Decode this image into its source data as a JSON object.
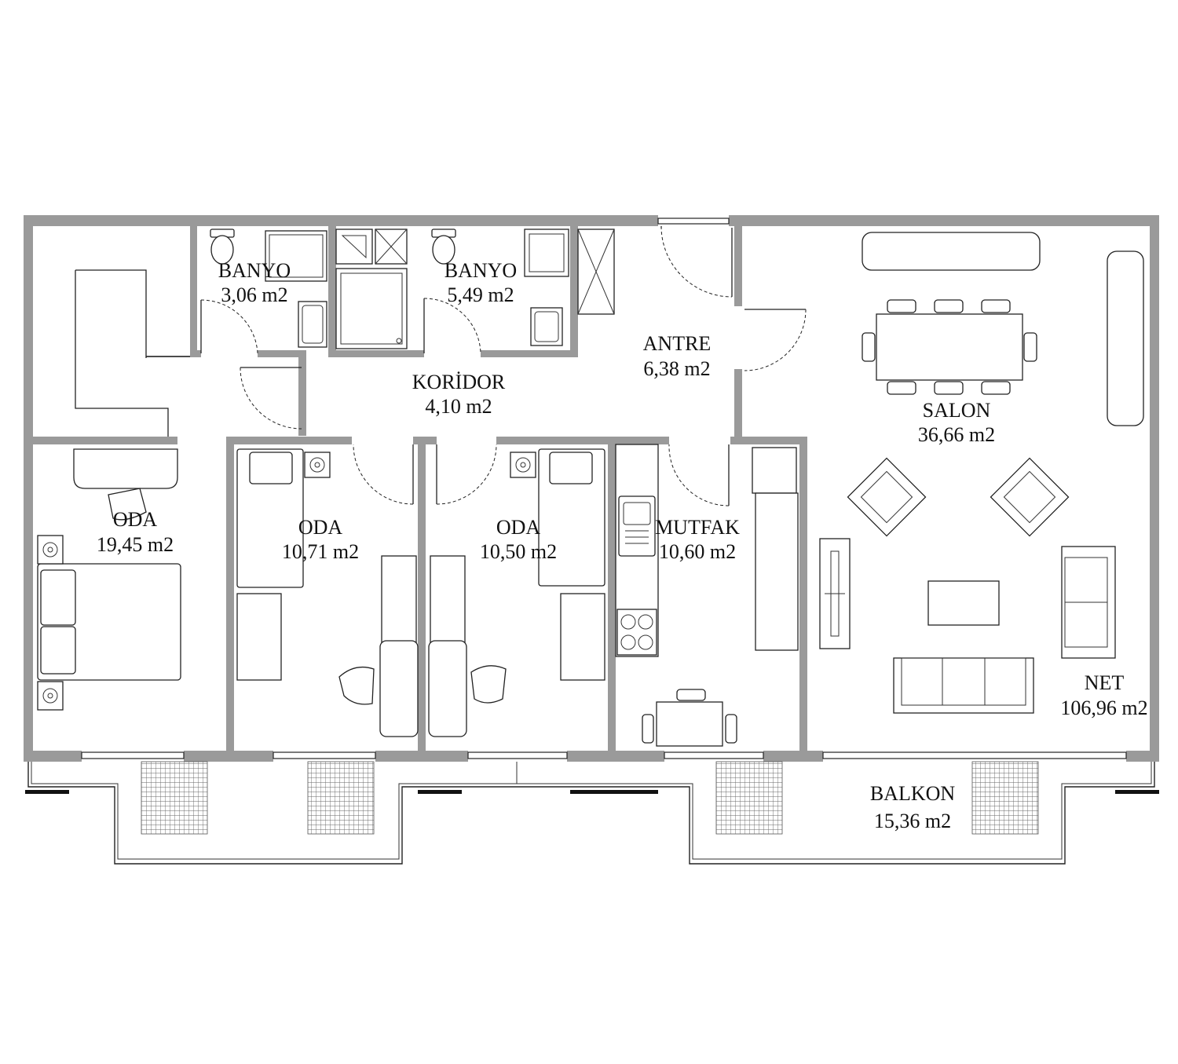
{
  "rooms": {
    "banyo1": {
      "name": "BANYO",
      "area": "3,06 m2"
    },
    "banyo2": {
      "name": "BANYO",
      "area": "5,49 m2"
    },
    "antre": {
      "name": "ANTRE",
      "area": "6,38 m2"
    },
    "koridor": {
      "name": "KORİDOR",
      "area": "4,10 m2"
    },
    "salon": {
      "name": "SALON",
      "area": "36,66 m2"
    },
    "oda1": {
      "name": "ODA",
      "area": "19,45 m2"
    },
    "oda2": {
      "name": "ODA",
      "area": "10,71 m2"
    },
    "oda3": {
      "name": "ODA",
      "area": "10,50 m2"
    },
    "mutfak": {
      "name": "MUTFAK",
      "area": "10,60 m2"
    },
    "balkon": {
      "name": "BALKON",
      "area": "15,36 m2"
    }
  },
  "net": {
    "label": "NET",
    "area": "106,96 m2"
  },
  "colors": {
    "wall": "#9a9a9a",
    "line": "#222222",
    "background": "#ffffff"
  }
}
